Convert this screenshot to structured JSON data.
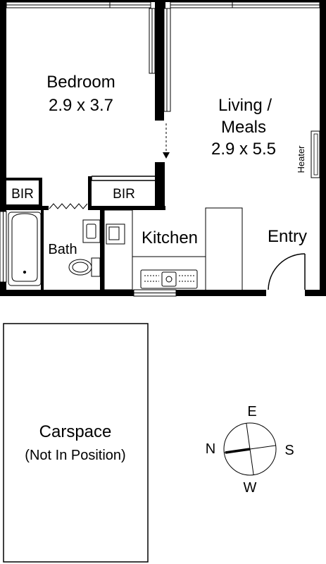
{
  "rooms": {
    "bedroom": {
      "name": "Bedroom",
      "size": "2.9 x 3.7"
    },
    "living": {
      "name_line1": "Living /",
      "name_line2": "Meals",
      "size": "2.9 x 5.5"
    },
    "bir_left": "BIR",
    "bir_right": "BIR",
    "bath": "Bath",
    "kitchen": "Kitchen",
    "entry": "Entry",
    "heater": "Heater"
  },
  "carspace": {
    "line1": "Carspace",
    "line2": "(Not In Position)"
  },
  "compass": {
    "e": "E",
    "s": "S",
    "w": "W",
    "n": "N"
  }
}
